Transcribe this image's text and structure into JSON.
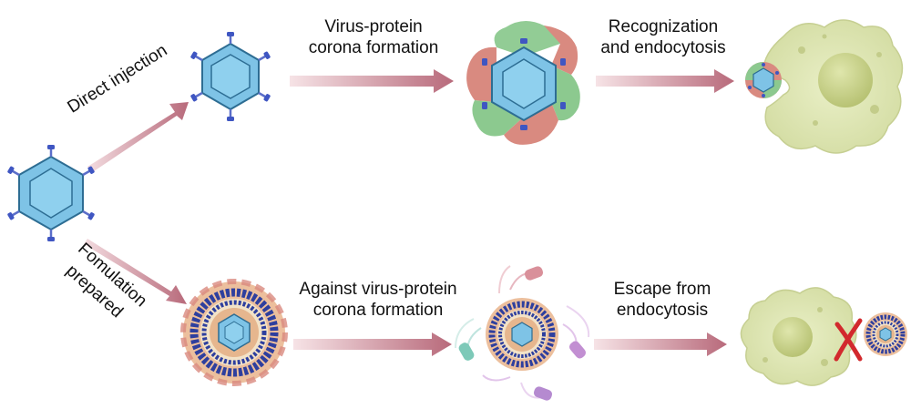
{
  "labels": {
    "direct_injection": "Direct injection",
    "corona_formation_line1": "Virus-protein",
    "corona_formation_line2": "corona formation",
    "recognition_line1": "Recognization",
    "recognition_line2": "and endocytosis",
    "formulation_line1": "Fomulation",
    "formulation_line2": "prepared",
    "against_line1": "Against virus-protein",
    "against_line2": "corona formation",
    "escape_line1": "Escape from",
    "escape_line2": "endocytosis"
  },
  "colors": {
    "capsid_fill": "#7ec3e6",
    "capsid_stroke": "#2d6d93",
    "spike": "#3f56c2",
    "arrow": "#c98a96",
    "arrow_head": "#b8687a",
    "protein_red": "#d98a80",
    "protein_green": "#8cc98f",
    "cell_fill": "#dfe6b8",
    "nucleus": "#c9d38d",
    "lipid_blue": "#2e3f9e",
    "corona_orange": "#e4a77a",
    "cross_red": "#d2292d"
  }
}
